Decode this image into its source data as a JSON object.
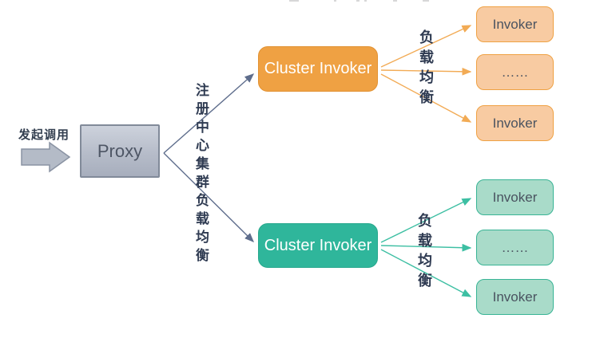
{
  "caller": {
    "label": "发起调用"
  },
  "proxy": {
    "label": "Proxy"
  },
  "registry": {
    "label": "注册中心集群负载均衡"
  },
  "clusters": [
    {
      "label": "Cluster Invoker",
      "lb_label": "负载均衡",
      "accent_color": "#EFA143",
      "invoker_fill": "#F8CBA2",
      "invokers": [
        "Invoker",
        "……",
        "Invoker"
      ]
    },
    {
      "label": "Cluster Invoker",
      "lb_label": "负载均衡",
      "accent_color": "#2FB69B",
      "invoker_fill": "#A9DBC9",
      "invokers": [
        "Invoker",
        "……",
        "Invoker"
      ]
    }
  ],
  "colors": {
    "background": "#FFFFFF",
    "proxy_fill": "#B6BCC9",
    "proxy_border": "#818A99",
    "connector_slate": "#5E6D8C",
    "connector_orange": "#F2AB55",
    "connector_teal": "#3DBFA3",
    "label_text": "#2F3B52",
    "box_text": "#4A5360"
  }
}
